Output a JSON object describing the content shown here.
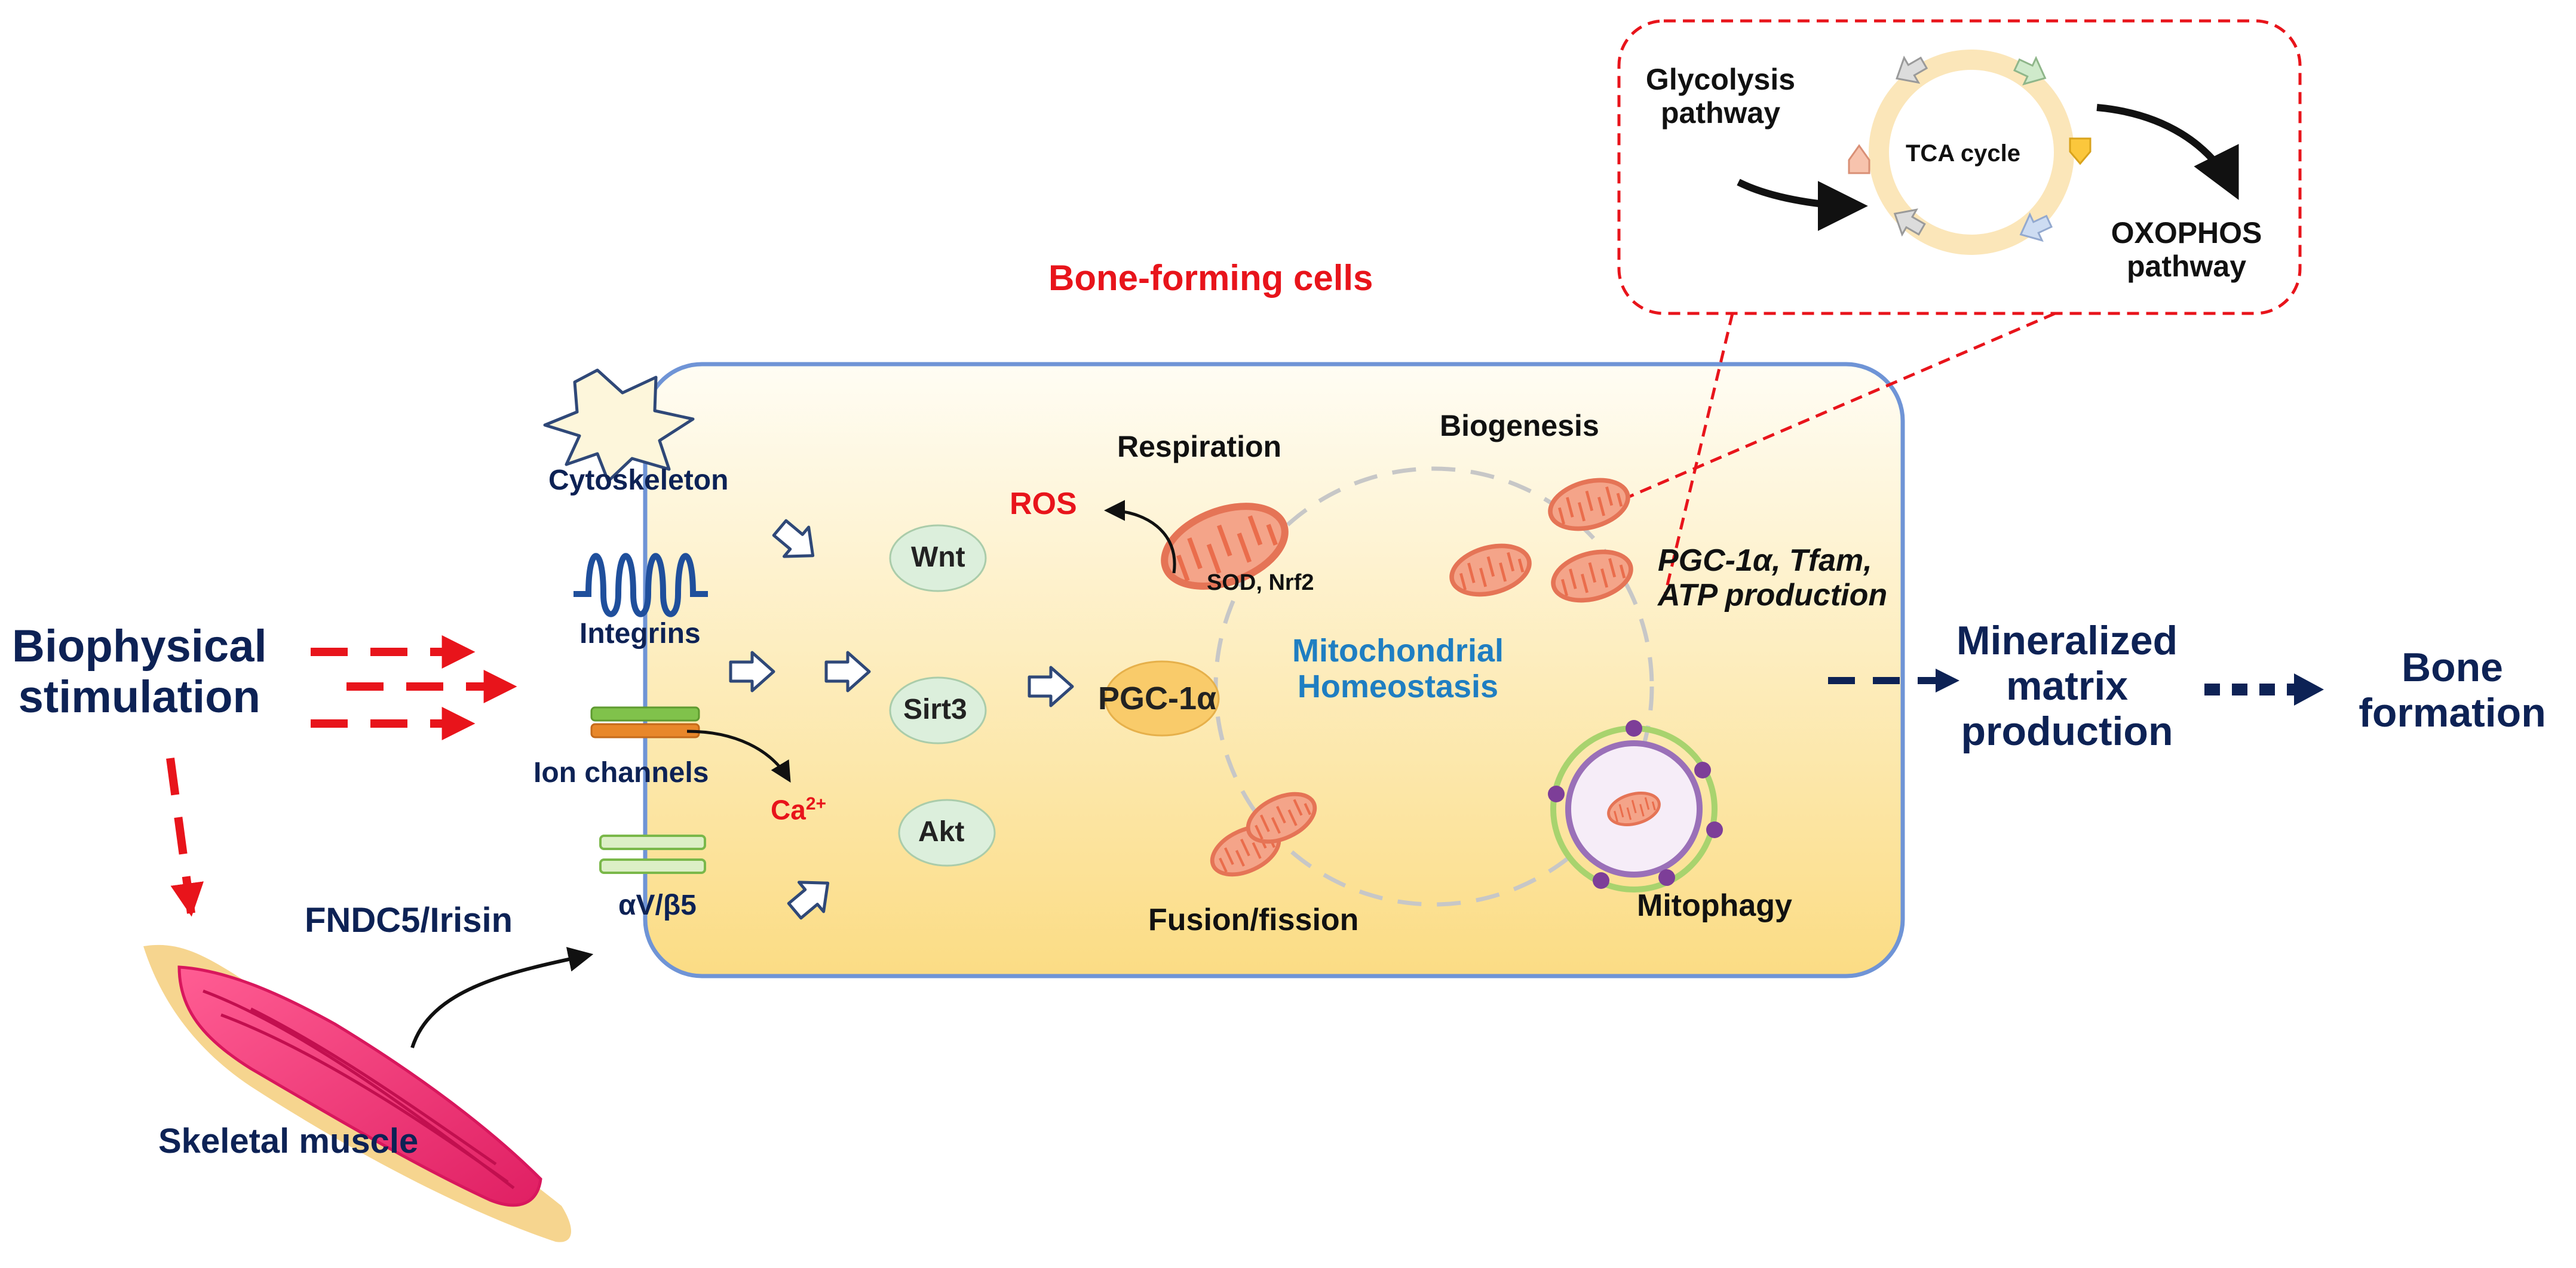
{
  "title": "Bone-forming cells",
  "input": {
    "biophysical_stimulation": "Biophysical\nstimulation",
    "skeletal_muscle": "Skeletal muscle",
    "fndc5": "FNDC5/Irisin"
  },
  "receptors": {
    "cytoskeleton": "Cytoskeleton",
    "integrins": "Integrins",
    "ion_channels": "Ion channels",
    "av_b5": "αV/β5"
  },
  "signals": {
    "ca": "Ca",
    "ca_sup": "2+",
    "wnt": "Wnt",
    "sirt3": "Sirt3",
    "akt": "Akt",
    "pgc": "PGC-1α"
  },
  "mito": {
    "respiration": "Respiration",
    "ros": "ROS",
    "sod": "SOD, Nrf2",
    "biogenesis": "Biogenesis",
    "biogenesis_detail": "PGC-1α, Tfam,\nATP production",
    "homeostasis": "Mitochondrial\nHomeostasis",
    "fusion": "Fusion/fission",
    "mitophagy": "Mitophagy"
  },
  "inset": {
    "glycolysis": "Glycolysis\npathway",
    "tca": "TCA cycle",
    "oxphos": "OXOPHOS\npathway"
  },
  "outputs": {
    "mineralized": "Mineralized\nmatrix\nproduction",
    "bone": "Bone\nformation"
  },
  "colors": {
    "red": "#e8141b",
    "navy": "#0d2255",
    "blue": "#1f7ec2",
    "cell_border": "#6f94d6",
    "mito": "#e9866a",
    "muscle": "#ec2d6f"
  }
}
